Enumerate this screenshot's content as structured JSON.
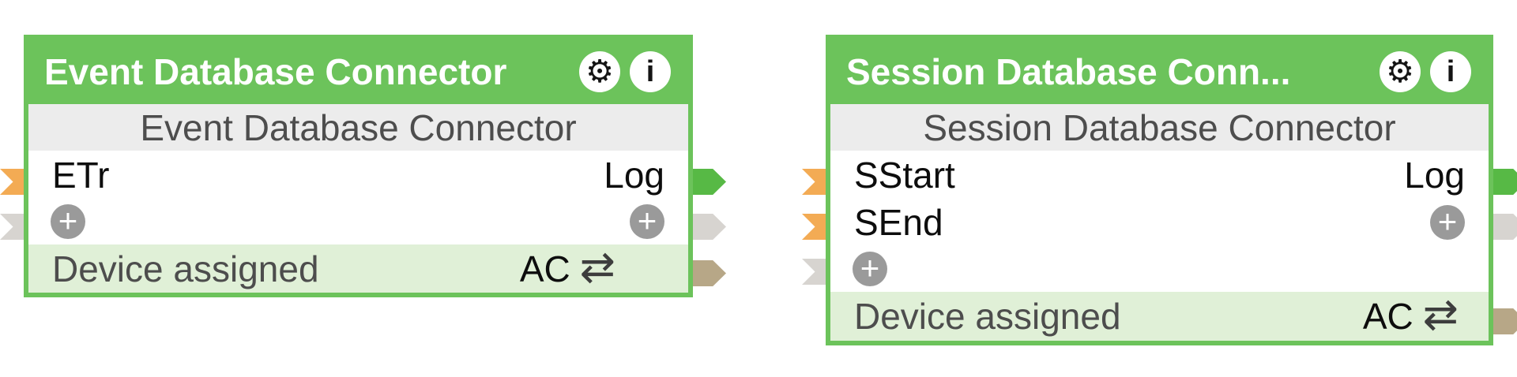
{
  "colors": {
    "node_green": "#6cc35b",
    "port_green": "#57b945",
    "port_orange": "#f3ab54",
    "port_gray": "#d7d4d0",
    "port_tan": "#b7a787",
    "footer_bg": "#e0f0d7",
    "subtitle_bg": "#ececec",
    "plus_gray": "#9a9a9a"
  },
  "icons": {
    "gear_icon": "⚙",
    "info_icon": "i",
    "add_icon": "+",
    "swap_icon": "⇄"
  },
  "node1": {
    "title": "Event Database Connector",
    "subtitle": "Event Database Connector",
    "input1": "ETr",
    "output1": "Log",
    "footer_status": "Device assigned",
    "footer_mode": "AC"
  },
  "node2": {
    "title": "Session Database Conn...",
    "subtitle": "Session Database Connector",
    "input1": "SStart",
    "input2": "SEnd",
    "output1": "Log",
    "footer_status": "Device assigned",
    "footer_mode": "AC"
  }
}
